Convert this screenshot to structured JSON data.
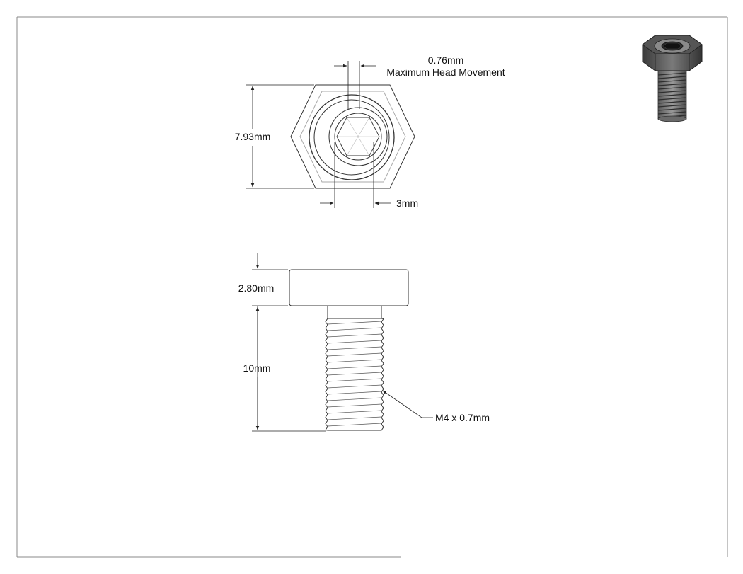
{
  "drawing": {
    "dimensions": {
      "head_movement_value": "0.76mm",
      "head_movement_label": "Maximum Head Movement",
      "across_flats": "7.93mm",
      "socket_size": "3mm",
      "head_height": "2.80mm",
      "shank_length": "10mm",
      "thread_callout": "M4 x 0.7mm"
    }
  }
}
